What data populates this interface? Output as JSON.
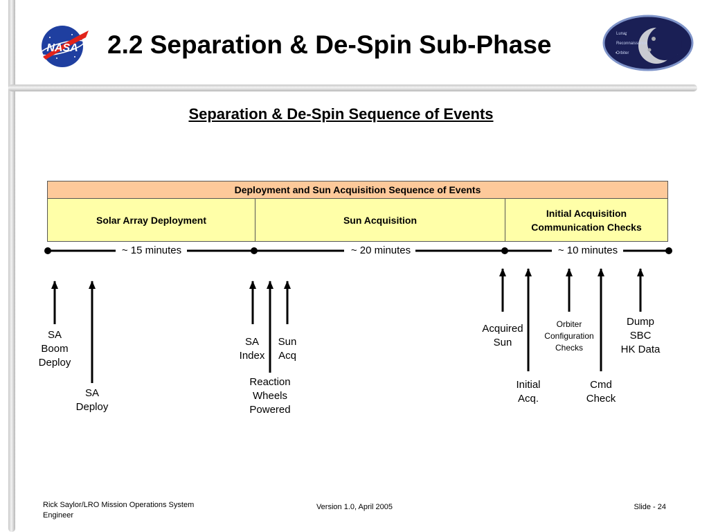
{
  "slide": {
    "title": "2.2 Separation & De-Spin Sub-Phase",
    "subtitle": "Separation & De-Spin Sequence of Events"
  },
  "logos": {
    "nasa": "NASA",
    "lro_lines": [
      "Lunar",
      "Reconnaissance",
      "Orbiter"
    ]
  },
  "table": {
    "header": "Deployment and Sun Acquisition Sequence of Events",
    "phases": [
      {
        "label": "Solar Array Deployment"
      },
      {
        "label": "Sun Acquisition"
      },
      {
        "label": "Initial Acquisition\nCommunication Checks"
      }
    ]
  },
  "durations": [
    {
      "label": "~ 15 minutes"
    },
    {
      "label": "~ 20 minutes"
    },
    {
      "label": "~ 10 minutes"
    }
  ],
  "events": [
    {
      "label": "SA\nBoom\nDeploy"
    },
    {
      "label": "SA\nDeploy"
    },
    {
      "label": "SA\nIndex"
    },
    {
      "label": "Reaction\nWheels\nPowered"
    },
    {
      "label": "Sun\nAcq"
    },
    {
      "label": "Acquired\nSun"
    },
    {
      "label": "Initial\nAcq."
    },
    {
      "label": "Orbiter\nConfiguration\nChecks"
    },
    {
      "label": "Cmd\nCheck"
    },
    {
      "label": "Dump\nSBC\nHK Data"
    }
  ],
  "footer": {
    "author": "Rick Saylor/LRO Mission Operations System Engineer",
    "version": "Version 1.0, April 2005",
    "slide_number": "Slide - 24"
  }
}
